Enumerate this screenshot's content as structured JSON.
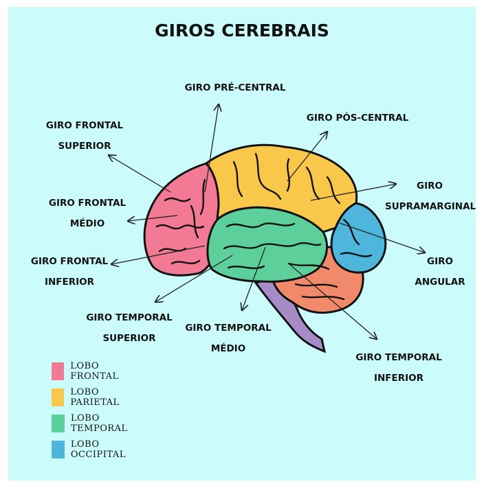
{
  "title": "GIROS CEREBRAIS",
  "labels": {
    "pre_central": "GIRO PRÉ-CENTRAL",
    "pos_central": "GIRO PÓS-CENTRAL",
    "frontal_superior_1": "GIRO FRONTAL",
    "frontal_superior_2": "SUPERIOR",
    "frontal_medio_1": "GIRO FRONTAL",
    "frontal_medio_2": "MÉDIO",
    "frontal_inferior_1": "GIRO FRONTAL",
    "frontal_inferior_2": "INFERIOR",
    "supramarginal_1": "GIRO",
    "supramarginal_2": "SUPRAMARGINAL",
    "angular_1": "GIRO",
    "angular_2": "ANGULAR",
    "temporal_superior_1": "GIRO TEMPORAL",
    "temporal_superior_2": "SUPERIOR",
    "temporal_medio_1": "GIRO TEMPORAL",
    "temporal_medio_2": "MÉDIO",
    "temporal_inferior_1": "GIRO TEMPORAL",
    "temporal_inferior_2": "INFERIOR"
  },
  "legend": [
    {
      "label": "LOBO FRONTAL",
      "color": "#f27a95"
    },
    {
      "label": "LOBO PARIETAL",
      "color": "#f9c74a"
    },
    {
      "label": "LOBO TEMPORAL",
      "color": "#5ccf9b"
    },
    {
      "label": "LOBO OCCIPITAL",
      "color": "#4fb6db"
    }
  ],
  "colors": {
    "background": "#ccfbfb",
    "frontal": "#f27a95",
    "parietal": "#f9c74a",
    "temporal": "#5ccf9b",
    "occipital": "#4fb6db",
    "cerebellum": "#f08a6a",
    "brainstem": "#a78bc7"
  }
}
